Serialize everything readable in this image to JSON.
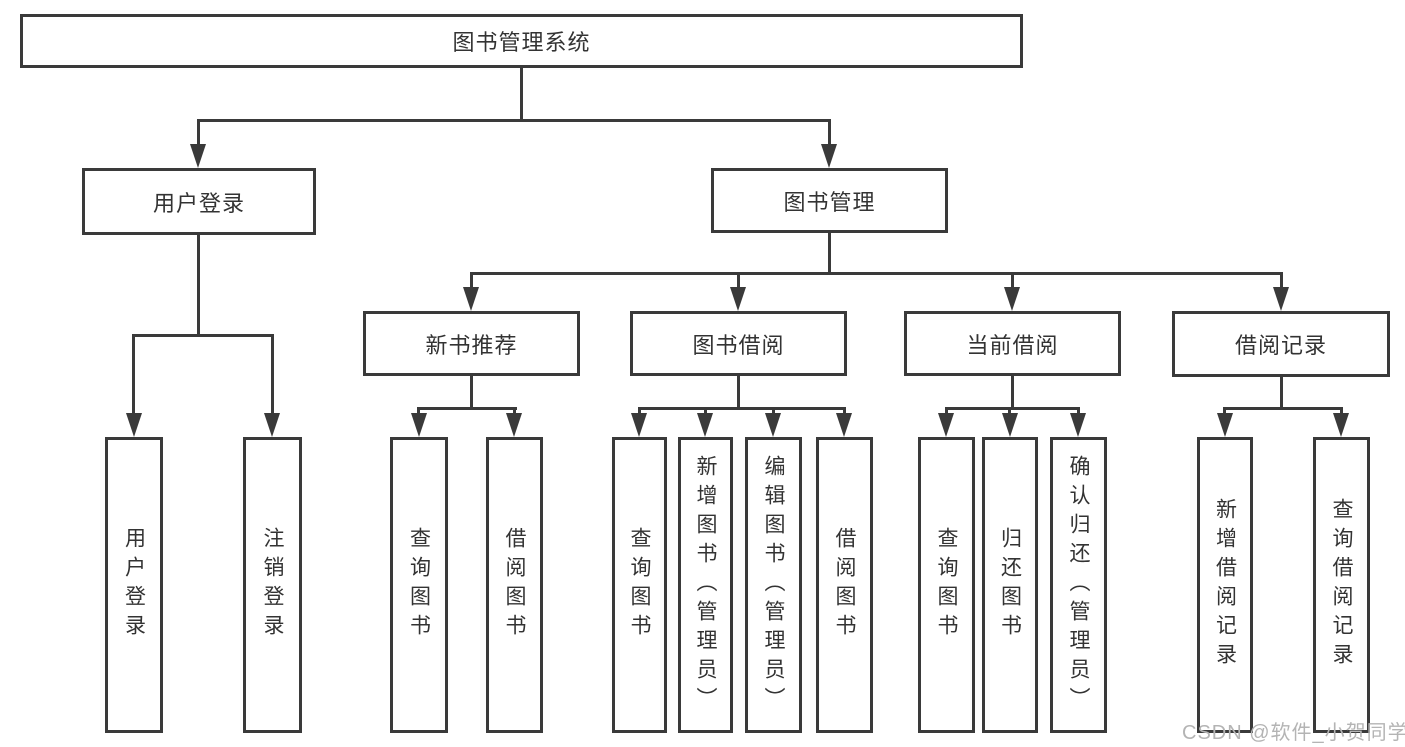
{
  "diagram": {
    "root": {
      "label": "图书管理系统"
    },
    "level2": [
      {
        "label": "用户登录"
      },
      {
        "label": "图书管理"
      }
    ],
    "level3": [
      {
        "label": "新书推荐"
      },
      {
        "label": "图书借阅"
      },
      {
        "label": "当前借阅"
      },
      {
        "label": "借阅记录"
      }
    ],
    "leaves": {
      "user_login": [
        "用户登录",
        "注销登录"
      ],
      "new_book": [
        "查询图书",
        "借阅图书"
      ],
      "book_borrow": [
        "查询图书",
        "新增图书（管理员）",
        "编辑图书（管理员）",
        "借阅图书"
      ],
      "current_borrow": [
        "查询图书",
        "归还图书",
        "确认归还（管理员）"
      ],
      "borrow_records": [
        "新增借阅记录",
        "查询借阅记录"
      ]
    }
  },
  "watermark": {
    "text": "CSDN @软件_小贺同学"
  },
  "colors": {
    "line": "#3a3a3a",
    "text": "#333333",
    "background": "#ffffff",
    "watermark": "#b4b4b4"
  }
}
